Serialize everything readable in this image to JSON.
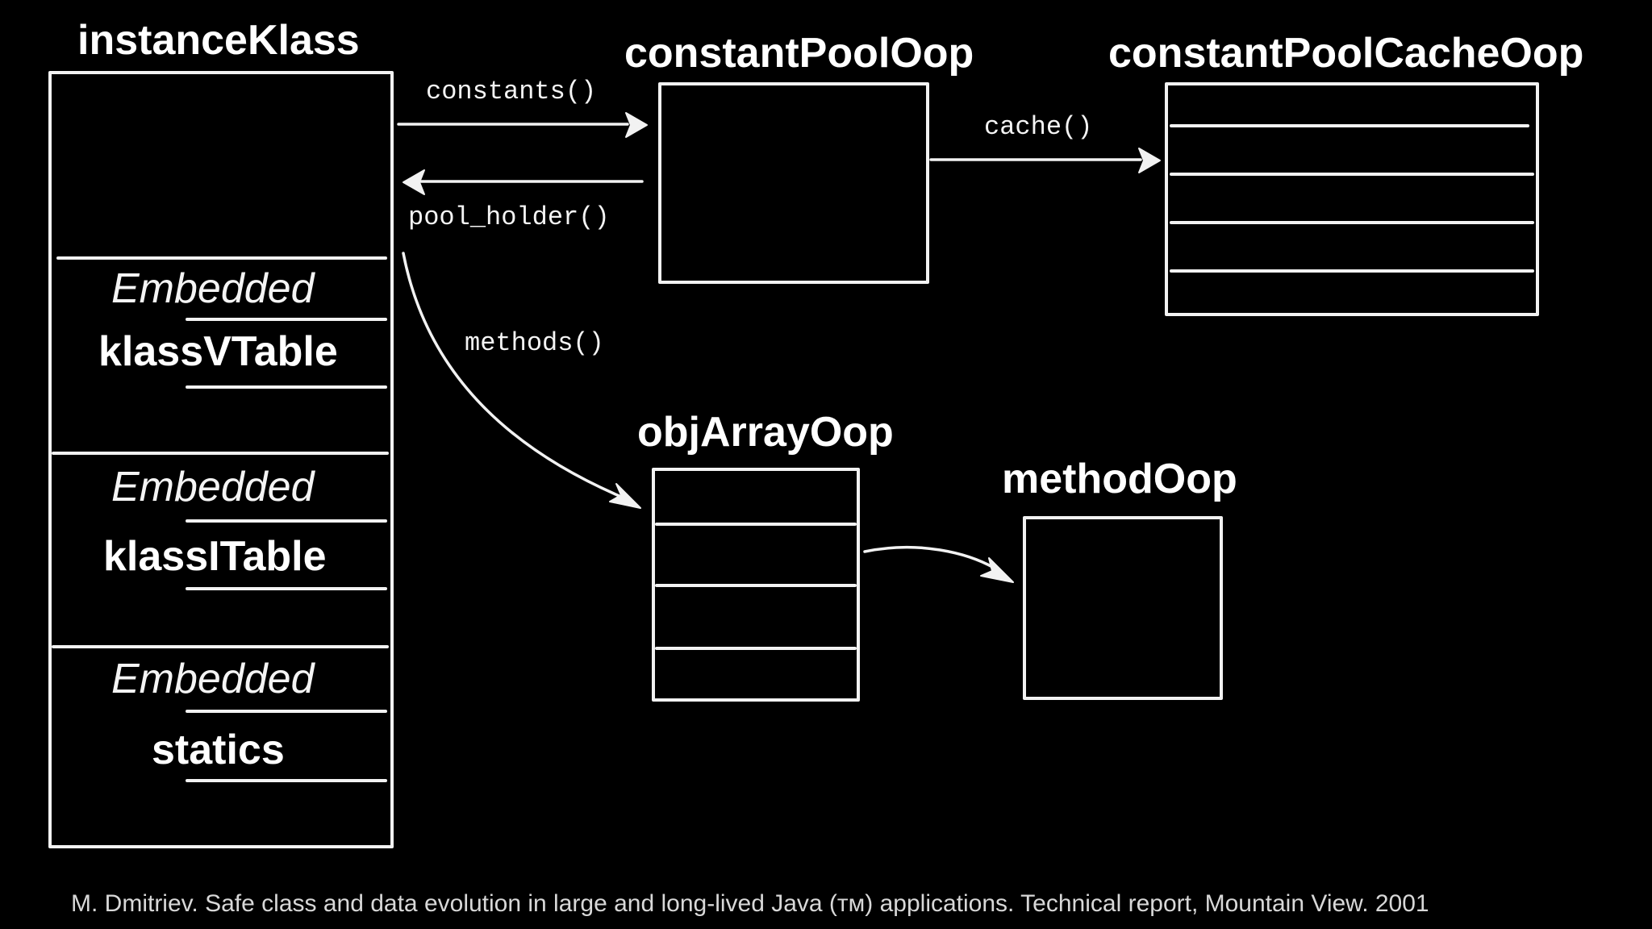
{
  "boxes": {
    "instance_klass": {
      "title": "instanceKlass",
      "sections": [
        {
          "embedded": "Embedded",
          "name": "klassVTable"
        },
        {
          "embedded": "Embedded",
          "name": "klassITable"
        },
        {
          "embedded": "Embedded",
          "name": "statics"
        }
      ]
    },
    "constant_pool_oop": {
      "title": "constantPoolOop"
    },
    "constant_pool_cache_oop": {
      "title": "constantPoolCacheOop"
    },
    "obj_array_oop": {
      "title": "objArrayOop"
    },
    "method_oop": {
      "title": "methodOop"
    }
  },
  "edges": {
    "constants": "constants()",
    "pool_holder": "pool_holder()",
    "cache": "cache()",
    "methods": "methods()"
  },
  "caption": "M. Dmitriev. Safe class and data evolution in large and long-lived Java (тм) applications. Technical report, Mountain View. 2001",
  "colors": {
    "background": "#000000",
    "chalk": "#f2f2f2"
  }
}
